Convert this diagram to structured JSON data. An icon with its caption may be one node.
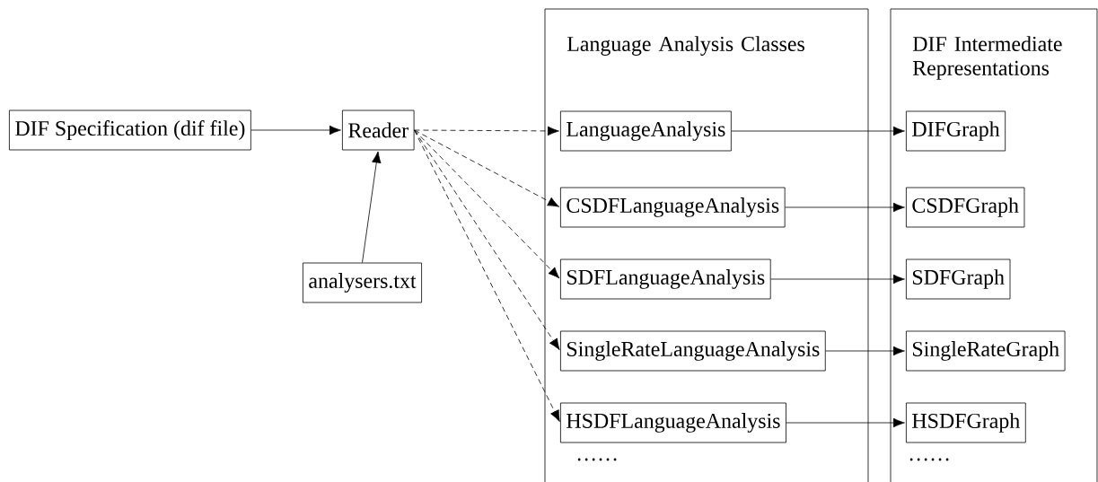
{
  "diagram": {
    "nodes": [
      {
        "text": [
          "DIF Specification (dif file)"
        ]
      },
      {
        "text": [
          "Reader"
        ]
      },
      {
        "text": [
          "analysers.txt"
        ]
      },
      {
        "text": [
          "Language Analysis Classes"
        ]
      },
      {
        "text": [
          "LanguageAnalysis"
        ],
        "in": 3
      },
      {
        "text": [
          "CSDFLanguageAnalysis"
        ],
        "in": 3
      },
      {
        "text": [
          "SDFLanguageAnalysis"
        ],
        "in": 3
      },
      {
        "text": [
          "SingleRateLanguageAnalysis"
        ],
        "in": 3
      },
      {
        "text": [
          "HSDFLanguageAnalysis"
        ],
        "in": 3
      },
      {
        "text": [
          "DIF Intermediate Representations"
        ]
      },
      {
        "text": [
          "DIFGraph"
        ],
        "in": 9
      },
      {
        "text": [
          "CSDFGraph"
        ],
        "in": 9
      },
      {
        "text": [
          "SDFGraph"
        ],
        "in": 9
      },
      {
        "text": [
          "SingleRateGraph"
        ],
        "in": 9
      },
      {
        "text": [
          "HSDFGraph"
        ],
        "in": 9
      }
    ],
    "edges": [
      {
        "from": 0,
        "to": 1,
        "arrow": "to"
      },
      {
        "from": 2,
        "to": 1,
        "arrow": "to"
      },
      {
        "from": 1,
        "to": 4,
        "arrow": "to",
        "style": "dashed"
      },
      {
        "from": 1,
        "to": 5,
        "arrow": "to",
        "style": "dashed"
      },
      {
        "from": 1,
        "to": 6,
        "arrow": "to",
        "style": "dashed"
      },
      {
        "from": 1,
        "to": 7,
        "arrow": "to",
        "style": "dashed"
      },
      {
        "from": 1,
        "to": 8,
        "arrow": "to",
        "style": "dashed"
      },
      {
        "from": 4,
        "to": 10,
        "arrow": "to"
      },
      {
        "from": 5,
        "to": 11,
        "arrow": "to"
      },
      {
        "from": 6,
        "to": 12,
        "arrow": "to"
      },
      {
        "from": 7,
        "to": 13,
        "arrow": "to"
      },
      {
        "from": 8,
        "to": 14,
        "arrow": "to"
      }
    ],
    "labels": [
      "……",
      "……"
    ]
  }
}
